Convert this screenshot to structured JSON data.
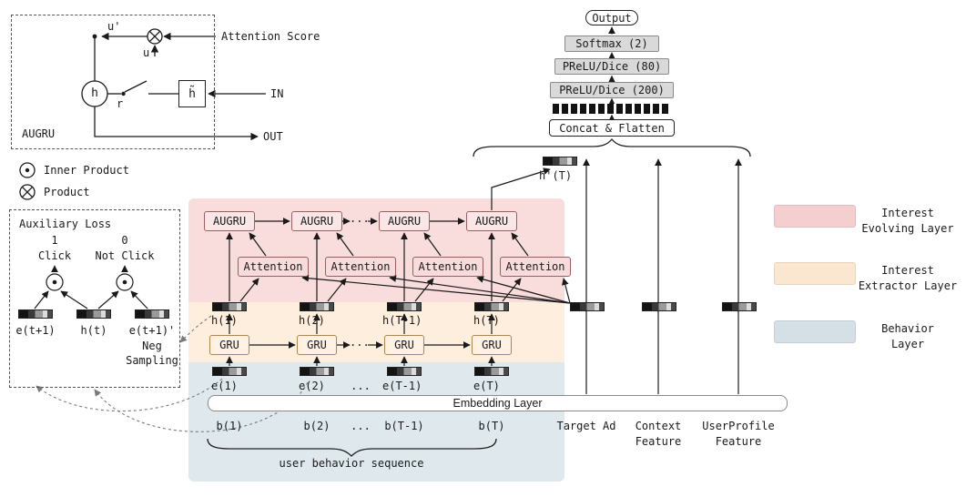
{
  "augru_detail": {
    "title": "AUGRU",
    "u_prime": "u'",
    "u": "u",
    "h": "h",
    "r": "r",
    "h_tilde": "h̃",
    "attention_score": "Attention Score",
    "in_label": "IN",
    "out_label": "OUT"
  },
  "legend_ops": {
    "inner_product": "Inner Product",
    "product": "Product"
  },
  "aux_loss": {
    "title": "Auxiliary Loss",
    "one": "1",
    "zero": "0",
    "click": "Click",
    "not_click": "Not Click",
    "e_pos": "e(t+1)",
    "h_t": "h(t)",
    "e_neg": "e(t+1)'",
    "neg": "Neg",
    "sampling": "Sampling"
  },
  "network": {
    "augru_labels": [
      "AUGRU",
      "AUGRU",
      "AUGRU",
      "AUGRU"
    ],
    "attention_labels": [
      "Attention",
      "Attention",
      "Attention",
      "Attention"
    ],
    "gru_labels": [
      "GRU",
      "GRU",
      "GRU",
      "GRU"
    ],
    "h_labels": [
      "h(1)",
      "h(2)",
      "h(T-1)",
      "h(T)"
    ],
    "e_labels": [
      "e(1)",
      "e(2)",
      "e(T-1)",
      "e(T)"
    ],
    "b_labels": [
      "b(1)",
      "b(2)",
      "b(T-1)",
      "b(T)"
    ],
    "dots": "...",
    "h_prime": "h'(T)",
    "embedding_layer": "Embedding Layer",
    "user_behavior": "user behavior sequence"
  },
  "output_stack": {
    "output": "Output",
    "softmax": "Softmax (2)",
    "prelu_80": "PReLU/Dice (80)",
    "prelu_200": "PReLU/Dice (200)",
    "concat": "Concat & Flatten"
  },
  "inputs": {
    "target_ad": "Target Ad",
    "context_1": "Context",
    "context_2": "Feature",
    "user_1": "UserProfile",
    "user_2": "Feature"
  },
  "layer_legend": [
    {
      "line1": "Interest",
      "line2": "Evolving Layer",
      "color": "#f5cfcf"
    },
    {
      "line1": "Interest",
      "line2": "Extractor Layer",
      "color": "#fbe6d0"
    },
    {
      "line1": "Behavior",
      "line2": "Layer",
      "color": "#d5e0e6"
    }
  ],
  "colors": {
    "band_evolving": "#f9dcdc",
    "band_extractor": "#fdeedd",
    "band_behavior": "#dfe8ec"
  }
}
